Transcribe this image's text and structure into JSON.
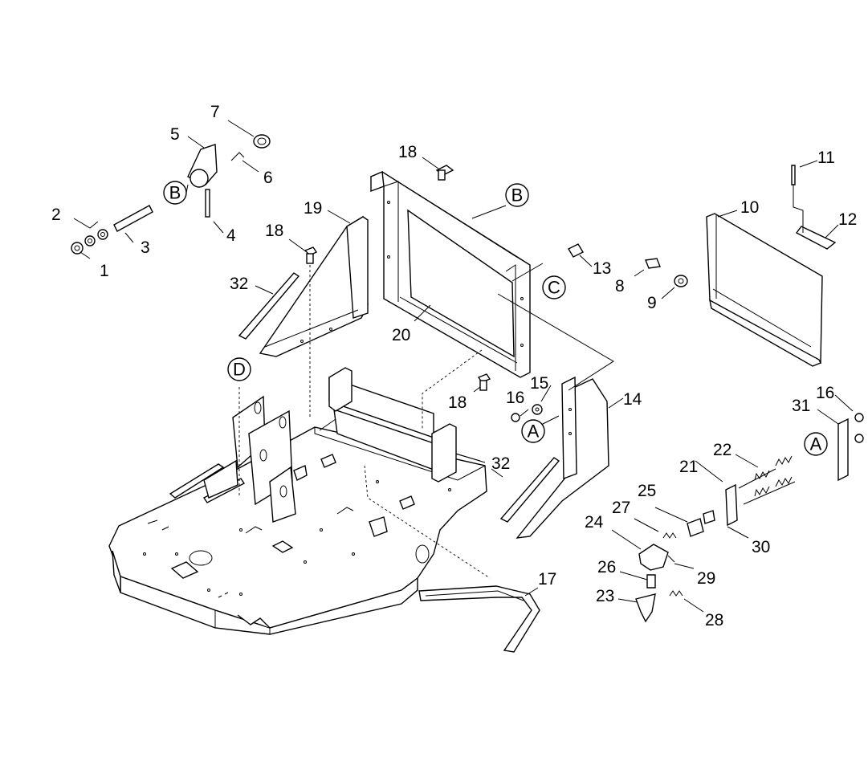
{
  "labels": {
    "p1": "1",
    "p2": "2",
    "p3": "3",
    "p4": "4",
    "p5": "5",
    "p6": "6",
    "p7": "7",
    "p8": "8",
    "p9": "9",
    "p10": "10",
    "p11": "11",
    "p12": "12",
    "p13": "13",
    "p14": "14",
    "p15": "15",
    "p16a": "16",
    "p16b": "16",
    "p17": "17",
    "p18a": "18",
    "p18b": "18",
    "p18c": "18",
    "p19": "19",
    "p20": "20",
    "p21": "21",
    "p22": "22",
    "p23": "23",
    "p24": "24",
    "p25": "25",
    "p26": "26",
    "p27": "27",
    "p28": "28",
    "p29": "29",
    "p30": "30",
    "p31": "31",
    "p32a": "32",
    "p32b": "32"
  },
  "callouts": {
    "a1": "A",
    "a2": "A",
    "b1": "B",
    "b2": "B",
    "c1": "C",
    "d1": "D"
  }
}
